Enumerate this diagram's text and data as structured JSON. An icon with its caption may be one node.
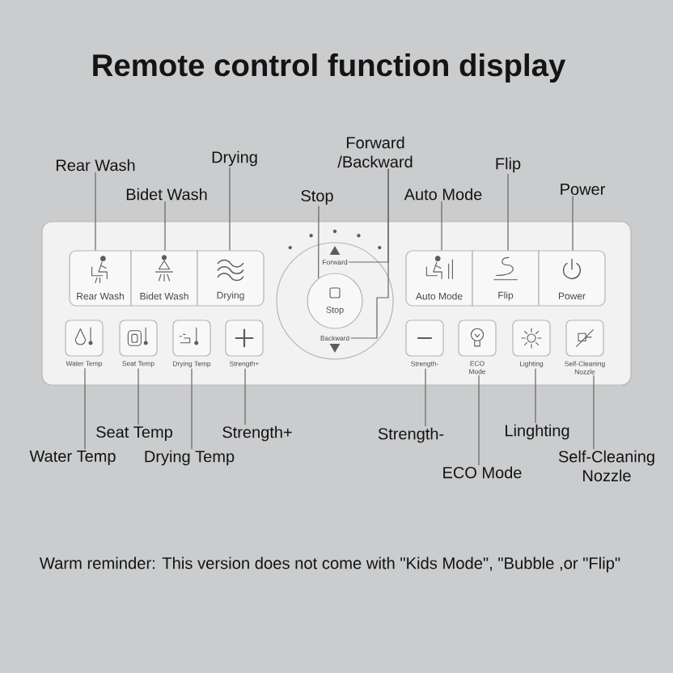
{
  "diagram": {
    "title": "Remote control function display",
    "nodes": [
      {
        "text": [
          "Rear Wash"
        ]
      },
      {
        "text": [
          "Bidet Wash"
        ]
      },
      {
        "text": [
          "Drying"
        ]
      },
      {
        "text": [
          "Stop"
        ]
      },
      {
        "text": [
          "Forward /Backward"
        ]
      },
      {
        "text": [
          "Auto Mode"
        ]
      },
      {
        "text": [
          "Flip"
        ]
      },
      {
        "text": [
          "Power"
        ]
      },
      {
        "text": [],
        "shape": "box"
      },
      {
        "text": [
          "Rear Wash"
        ],
        "in": 8
      },
      {
        "text": [
          "Bidet Wash"
        ],
        "in": 8
      },
      {
        "text": [
          "Drying"
        ],
        "in": 8
      },
      {
        "text": [],
        "shape": "circle",
        "in": 8
      },
      {
        "text": [
          "Forward"
        ],
        "in": 12
      },
      {
        "text": [
          "Stop"
        ],
        "in": 12
      },
      {
        "text": [
          "Backward"
        ],
        "in": 12
      },
      {
        "text": [
          "Auto Mode"
        ],
        "in": 8
      },
      {
        "text": [
          "Flip"
        ],
        "in": 8
      },
      {
        "text": [
          "Power"
        ],
        "in": 8
      },
      {
        "text": [
          "Water Temp"
        ],
        "in": 8
      },
      {
        "text": [
          "Seat Temp"
        ],
        "in": 8
      },
      {
        "text": [
          "Drying Temp"
        ],
        "in": 8
      },
      {
        "text": [
          "Strength+"
        ],
        "in": 8
      },
      {
        "text": [
          "Strength-"
        ],
        "in": 8
      },
      {
        "text": [
          "ECO Mode"
        ],
        "in": 8
      },
      {
        "text": [
          "Lighting"
        ],
        "in": 8
      },
      {
        "text": [
          "Self-Cleaning Nozzle"
        ],
        "in": 8
      },
      {
        "text": [
          "Seat Temp"
        ]
      },
      {
        "text": [
          "Strength+"
        ]
      },
      {
        "text": [
          "Strength-"
        ]
      },
      {
        "text": [
          "Linghting"
        ]
      },
      {
        "text": [
          "Water Temp"
        ]
      },
      {
        "text": [
          "Drying Temp"
        ]
      },
      {
        "text": [
          "Self-Cleaning Nozzle"
        ]
      },
      {
        "text": [
          "ECO Mode"
        ]
      }
    ],
    "edges": [
      {
        "from": 0,
        "to": 9,
        "arrow": "none"
      },
      {
        "from": 1,
        "to": 10,
        "arrow": "none"
      },
      {
        "from": 2,
        "to": 11,
        "arrow": "none"
      },
      {
        "from": 3,
        "to": 14,
        "arrow": "none"
      },
      {
        "from": 4,
        "to": 13,
        "arrow": "none"
      },
      {
        "from": 4,
        "to": 15,
        "arrow": "none"
      },
      {
        "from": 5,
        "to": 16,
        "arrow": "none"
      },
      {
        "from": 6,
        "to": 17,
        "arrow": "none"
      },
      {
        "from": 7,
        "to": 18,
        "arrow": "none"
      },
      {
        "from": 27,
        "to": 20,
        "arrow": "none"
      },
      {
        "from": 28,
        "to": 22,
        "arrow": "none"
      },
      {
        "from": 29,
        "to": 23,
        "arrow": "none"
      },
      {
        "from": 30,
        "to": 25,
        "arrow": "none"
      },
      {
        "from": 31,
        "to": 19,
        "arrow": "none"
      },
      {
        "from": 32,
        "to": 21,
        "arrow": "none"
      },
      {
        "from": 33,
        "to": 26,
        "arrow": "none"
      },
      {
        "from": 34,
        "to": 24,
        "arrow": "none"
      }
    ],
    "labels": [
      "Warm reminder: This version does not come with \"Kids Mode\", \"Bubble ,or \"Flip\""
    ]
  }
}
